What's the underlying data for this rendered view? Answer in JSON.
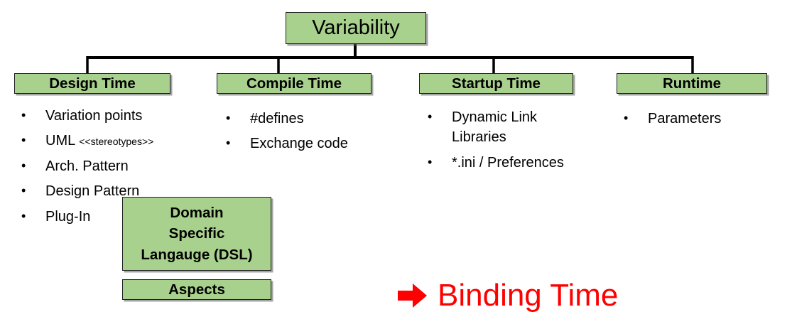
{
  "diagram": {
    "root": {
      "title": "Variability"
    },
    "columns": [
      {
        "header": "Design Time",
        "items": [
          {
            "text": "Variation points"
          },
          {
            "text": "UML",
            "suffix": "<<stereotypes>>"
          },
          {
            "text": "Arch. Pattern"
          },
          {
            "text": "Design Pattern"
          },
          {
            "text": "Plug-In"
          }
        ]
      },
      {
        "header": "Compile Time",
        "items": [
          {
            "text": "#defines"
          },
          {
            "text": "Exchange code"
          }
        ]
      },
      {
        "header": "Startup Time",
        "items": [
          {
            "text": "Dynamic Link Libraries"
          },
          {
            "text": "*.ini / Preferences"
          }
        ]
      },
      {
        "header": "Runtime",
        "items": [
          {
            "text": "Parameters"
          }
        ]
      }
    ],
    "extra_boxes": {
      "dsl": {
        "label": "Domain\nSpecific\nLangauge (DSL)"
      },
      "aspects": {
        "label": "Aspects"
      }
    },
    "callout": {
      "label": "Binding Time",
      "icon": "right-arrow"
    },
    "bullet_glyph": "•",
    "colors": {
      "box_fill": "#a9d18e",
      "box_border": "#1f1f1f",
      "connector": "#000000",
      "callout_red": "#ff0000",
      "text": "#000000",
      "background": "#ffffff"
    }
  }
}
